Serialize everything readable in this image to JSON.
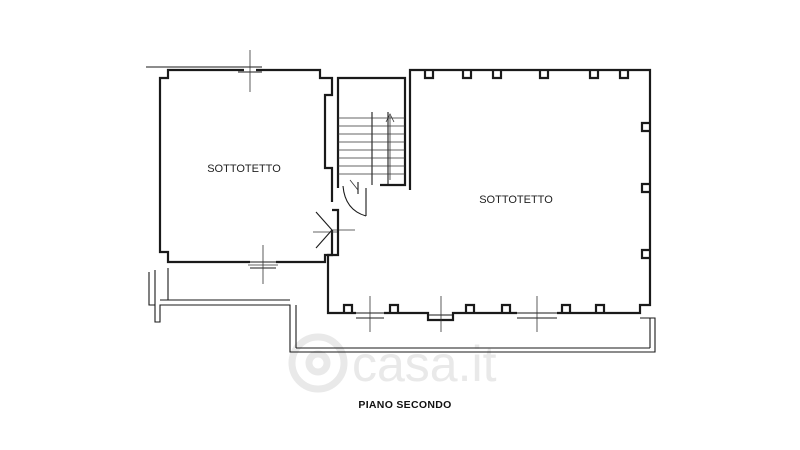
{
  "rooms": {
    "left_label": "SOTTOTETTO",
    "right_label": "SOTTOTETTO"
  },
  "floor": {
    "label": "PIANO SECONDO"
  },
  "watermark": {
    "text": "casa.it",
    "color": "#e9e9e9"
  },
  "colors": {
    "line": "#1a1a1a",
    "background": "#ffffff"
  }
}
